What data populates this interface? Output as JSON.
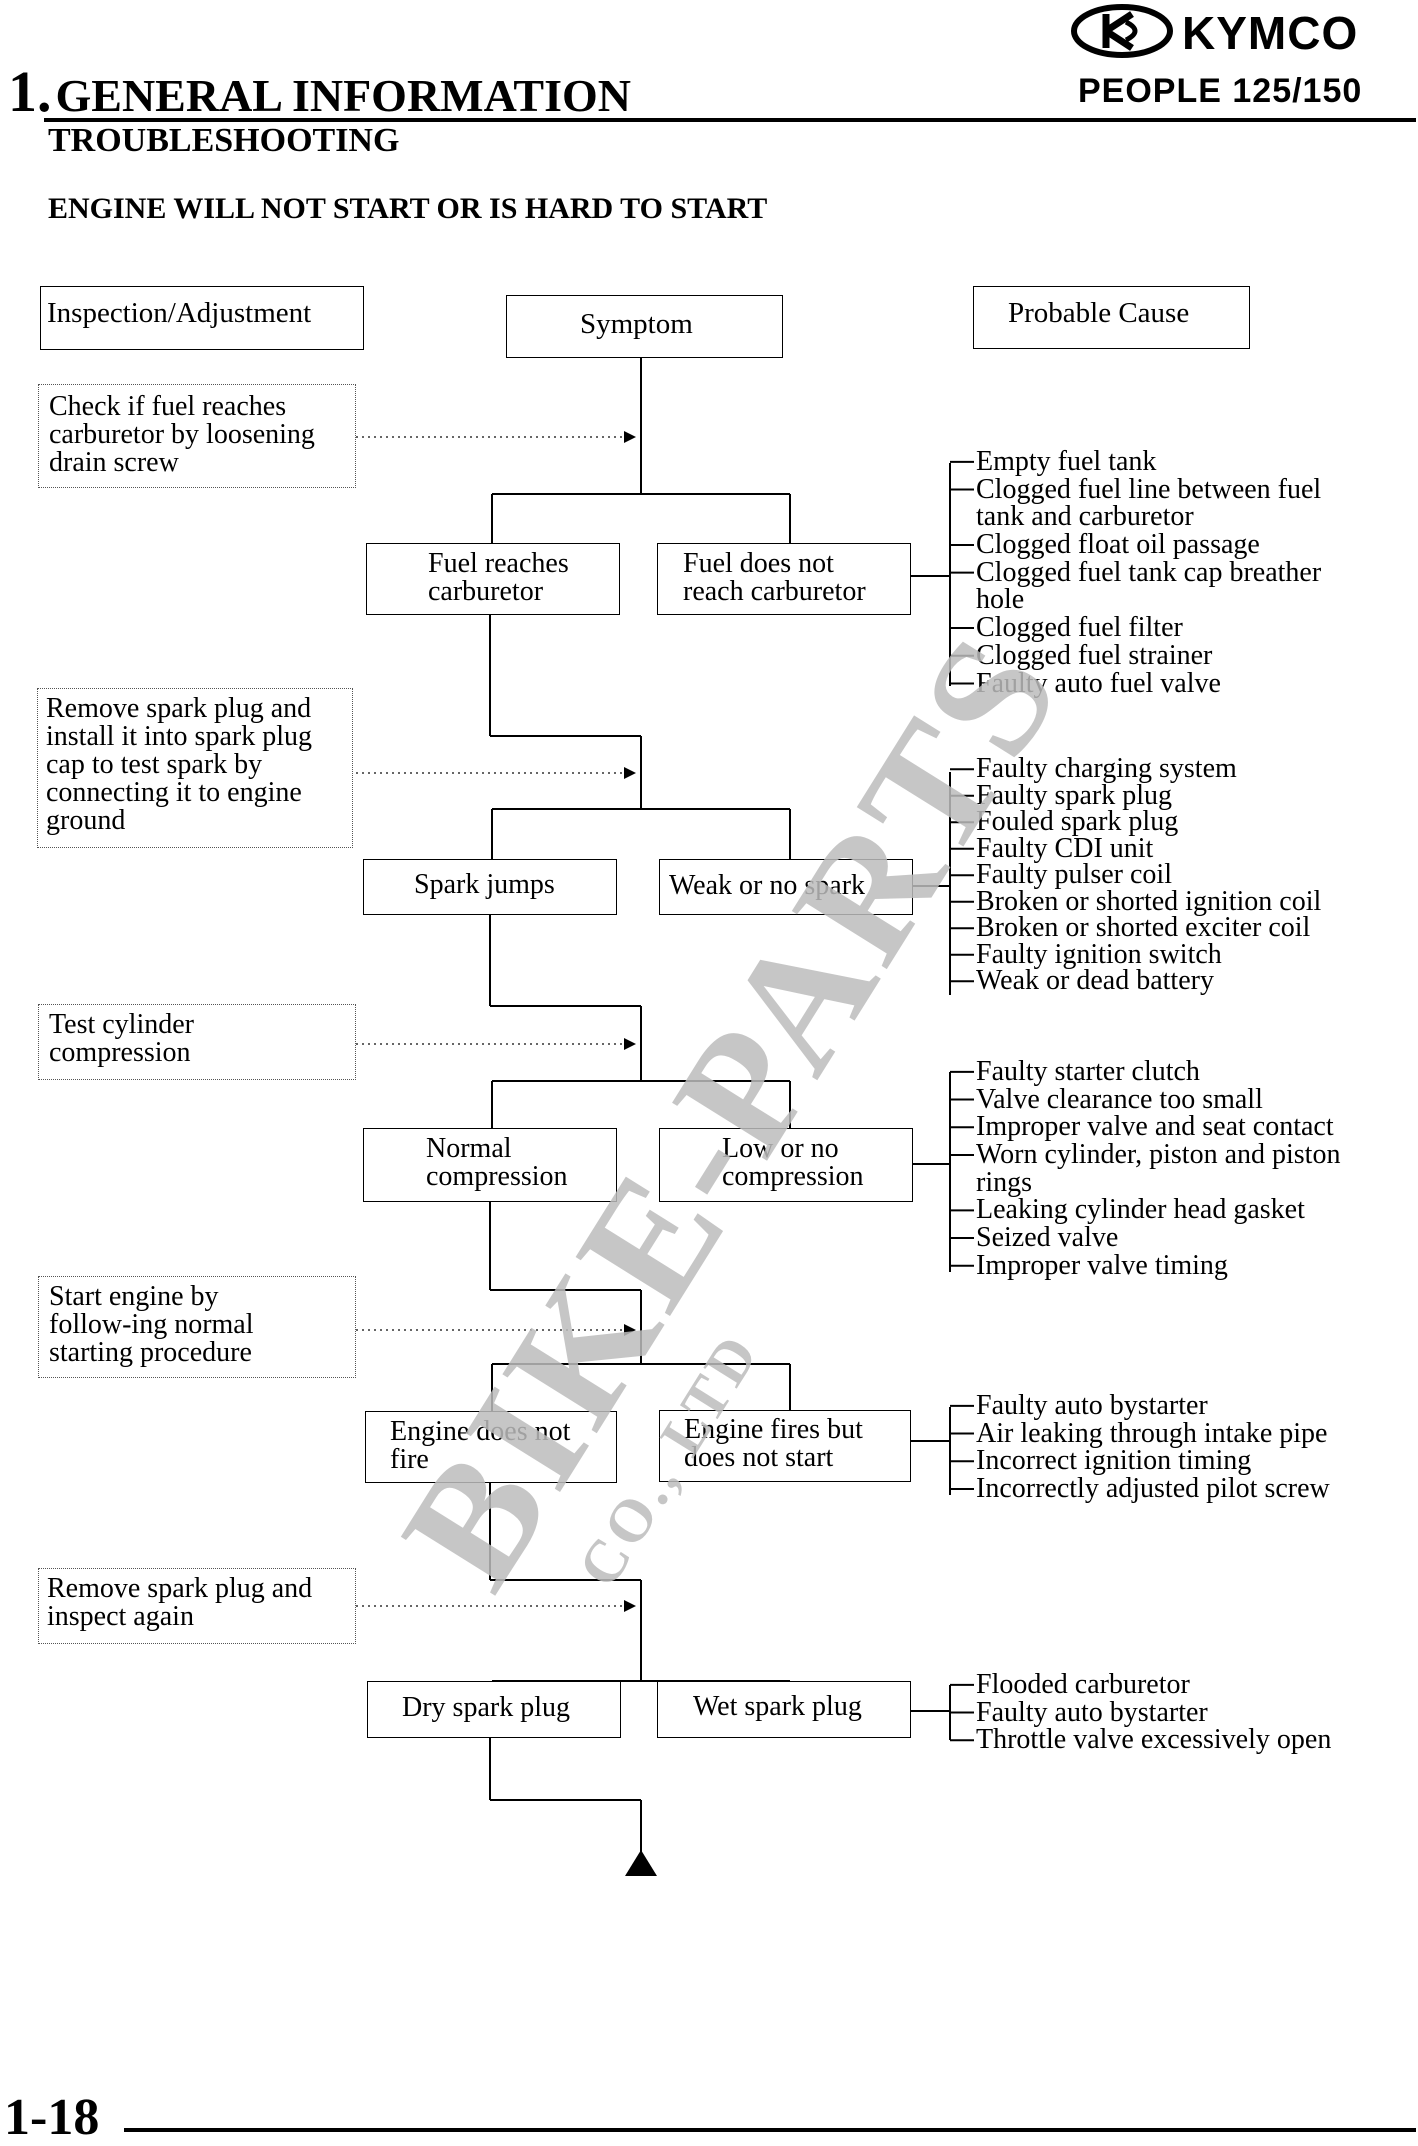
{
  "header": {
    "brand": "KYMCO",
    "chapter_number": "1.",
    "chapter_title": "GENERAL INFORMATION",
    "model": "PEOPLE 125/150",
    "section_title": "TROUBLESHOOTING",
    "subsection_title": "ENGINE WILL NOT START OR IS HARD TO START"
  },
  "columns": {
    "inspection": "Inspection/Adjustment",
    "symptom": "Symptom",
    "cause": "Probable Cause"
  },
  "steps": [
    {
      "inspection": [
        "Check if fuel reaches",
        "carburetor by loosening",
        "drain screw"
      ],
      "left": [
        "Fuel reaches",
        "carburetor"
      ],
      "right": [
        "Fuel does not",
        "reach carburetor"
      ],
      "causes": [
        "Empty fuel tank",
        "Clogged fuel line between fuel",
        "tank and carburetor",
        "Clogged float oil passage",
        "Clogged fuel tank cap breather",
        "hole",
        "Clogged fuel filter",
        "Clogged fuel strainer",
        "Faulty auto fuel valve"
      ]
    },
    {
      "inspection": [
        "Remove spark plug and",
        "install it into spark plug",
        "cap to test spark by",
        "connecting it to engine",
        "ground"
      ],
      "left": [
        "Spark jumps"
      ],
      "right": [
        "Weak or no spark"
      ],
      "causes": [
        "Faulty charging system",
        "Faulty spark plug",
        "Fouled spark plug",
        "Faulty CDI unit",
        "Faulty pulser coil",
        "Broken or shorted ignition coil",
        "Broken or shorted exciter coil",
        "Faulty ignition switch",
        "Weak or dead battery"
      ]
    },
    {
      "inspection": [
        "Test cylinder",
        "compression"
      ],
      "left": [
        "Normal",
        "compression"
      ],
      "right": [
        "Low or no",
        "compression"
      ],
      "causes": [
        "Faulty starter clutch",
        "Valve clearance too small",
        "Improper valve and seat contact",
        "Worn cylinder, piston and piston",
        "rings",
        "Leaking cylinder head gasket",
        "Seized valve",
        "Improper valve timing"
      ]
    },
    {
      "inspection": [
        "Start engine by",
        "follow-ing normal",
        "starting procedure"
      ],
      "left": [
        "Engine does not",
        "fire"
      ],
      "right": [
        "Engine fires but",
        "does not start"
      ],
      "causes": [
        "Faulty auto bystarter",
        "Air leaking through intake pipe",
        "Incorrect ignition timing",
        "Incorrectly adjusted pilot screw"
      ]
    },
    {
      "inspection": [
        "Remove spark plug and",
        "inspect again"
      ],
      "left": [
        "Dry spark plug"
      ],
      "right": [
        "Wet spark plug"
      ],
      "causes": [
        "Flooded carburetor",
        "Faulty auto bystarter",
        "Throttle valve excessively open"
      ]
    }
  ],
  "footer": {
    "page_number": "1-18"
  },
  "watermark": {
    "main": "BIKE-PARTS",
    "sub": "CO., LTD"
  }
}
